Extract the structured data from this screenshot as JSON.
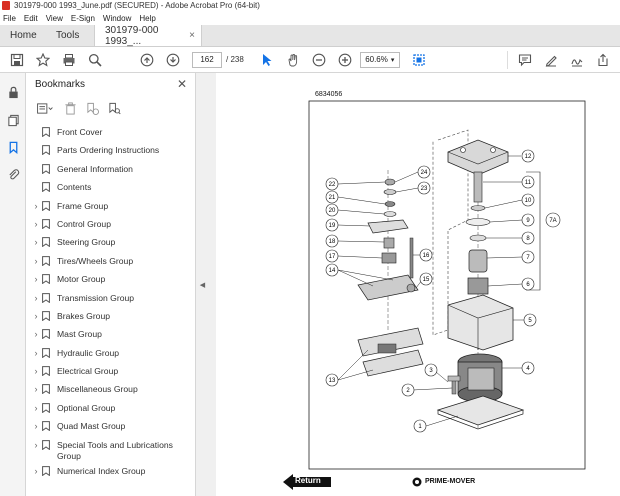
{
  "window": {
    "title": "301979-000 1993_June.pdf (SECURED) - Adobe Acrobat Pro (64-bit)"
  },
  "menu": [
    "File",
    "Edit",
    "View",
    "E-Sign",
    "Window",
    "Help"
  ],
  "tabs": {
    "home": "Home",
    "tools": "Tools",
    "document": "301979-000 1993_...",
    "close": "×"
  },
  "toolbar": {
    "page_current": "162",
    "page_total": "/ 238",
    "zoom": "60.6%",
    "icons": [
      "save-icon",
      "bookmark-star-icon",
      "print-icon",
      "zoom-search-icon",
      "page-up-icon",
      "page-down-icon",
      "select-arrow-icon",
      "hand-icon",
      "zoom-out-icon",
      "zoom-in-icon",
      "fit-page-icon",
      "comment-icon",
      "pen-icon",
      "sign-icon",
      "share-icon"
    ]
  },
  "bookmarks": {
    "title": "Bookmarks",
    "close": "✕",
    "items": [
      {
        "label": "Front Cover",
        "expandable": false
      },
      {
        "label": "Parts Ordering Instructions",
        "expandable": false
      },
      {
        "label": "General Information",
        "expandable": false
      },
      {
        "label": "Contents",
        "expandable": false
      },
      {
        "label": "Frame Group",
        "expandable": true
      },
      {
        "label": "Control Group",
        "expandable": true
      },
      {
        "label": "Steering Group",
        "expandable": true
      },
      {
        "label": "Tires/Wheels Group",
        "expandable": true
      },
      {
        "label": "Motor Group",
        "expandable": true
      },
      {
        "label": "Transmission Group",
        "expandable": true
      },
      {
        "label": "Brakes Group",
        "expandable": true
      },
      {
        "label": "Mast Group",
        "expandable": true
      },
      {
        "label": "Hydraulic Group",
        "expandable": true
      },
      {
        "label": "Electrical Group",
        "expandable": true
      },
      {
        "label": "Miscellaneous Group",
        "expandable": true
      },
      {
        "label": "Optional Group",
        "expandable": true
      },
      {
        "label": "Quad Mast Group",
        "expandable": true
      },
      {
        "label": "Special Tools and Lubrications Group",
        "expandable": true
      },
      {
        "label": "Numerical Index Group",
        "expandable": true
      }
    ]
  },
  "document": {
    "page_id": "6834056",
    "callouts": [
      "1",
      "2",
      "3",
      "4",
      "5",
      "6",
      "7",
      "8",
      "9",
      "10",
      "11",
      "12",
      "13",
      "14",
      "15",
      "16",
      "17",
      "18",
      "19",
      "20",
      "21",
      "22",
      "23",
      "24",
      "7A"
    ],
    "return_label": "Return",
    "brand": "PRIME-MOVER"
  },
  "colors": {
    "accent_blue": "#1473e6",
    "tab_bar": "#e6e6e6",
    "doc_bg": "#f0f0f0",
    "app_red": "#d93025"
  }
}
